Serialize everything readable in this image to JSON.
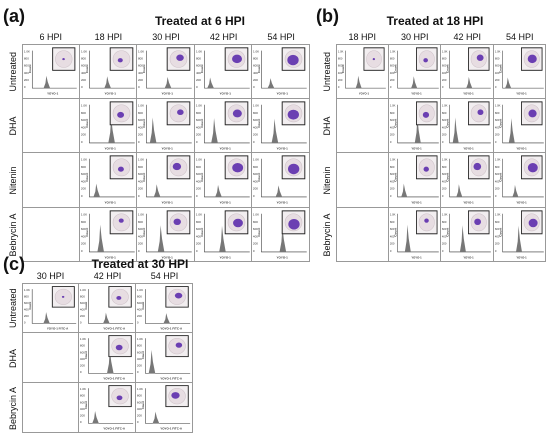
{
  "panel_a": {
    "letter": "(a)",
    "title": "Treated at 6 HPI",
    "columns": [
      "6 HPI",
      "18 HPI",
      "30 HPI",
      "42 HPI",
      "54 HPI"
    ],
    "rows": [
      "Untreated",
      "DHA",
      "Nitenin",
      "Bebrycin A"
    ],
    "empty_cells": [
      [
        1,
        0
      ],
      [
        2,
        0
      ],
      [
        3,
        0
      ]
    ],
    "y_ticks": [
      "1.0K",
      "800",
      "600",
      "400",
      "200",
      "0"
    ],
    "y_label": "Count",
    "x_label": "YOYO-1"
  },
  "panel_b": {
    "letter": "(b)",
    "title": "Treated at 18 HPI",
    "columns": [
      "18 HPI",
      "30 HPI",
      "42 HPI",
      "54 HPI"
    ],
    "rows": [
      "Untreated",
      "DHA",
      "Nitenin",
      "Bebrycin A"
    ],
    "empty_cells": [
      [
        1,
        0
      ],
      [
        2,
        0
      ],
      [
        3,
        0
      ]
    ],
    "y_ticks": [
      "1.0K",
      "800",
      "600",
      "400",
      "200",
      "0"
    ],
    "y_label": "Count",
    "x_label": "YOYO-1"
  },
  "panel_c": {
    "letter": "(c)",
    "title": "Treated at 30 HPI",
    "columns": [
      "30 HPI",
      "42 HPI",
      "54 HPI"
    ],
    "rows": [
      "Untreated",
      "DHA",
      "Bebrycin A"
    ],
    "empty_cells": [
      [
        1,
        0
      ],
      [
        2,
        0
      ]
    ],
    "y_ticks": [
      "1.0K",
      "800",
      "600",
      "400",
      "200",
      "0"
    ],
    "y_label": "Count",
    "x_label": "YOYO-1 FITC-A"
  }
}
